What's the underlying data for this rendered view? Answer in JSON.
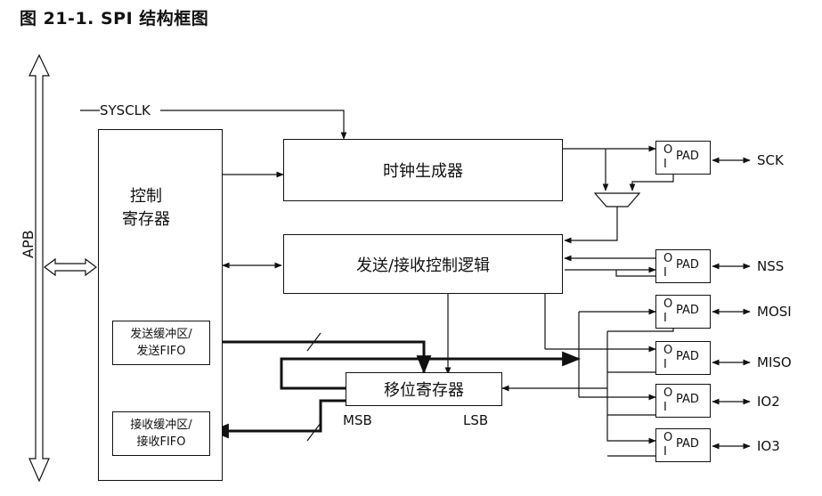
{
  "title": "图 21-1. SPI 结构框图",
  "bus": {
    "apb": "APB",
    "sysclk": "SYSCLK"
  },
  "blocks": {
    "control_reg": "控制\n寄存器",
    "clock_gen": "时钟生成器",
    "txrx_logic": "发送/接收控制逻辑",
    "tx_buffer": "发送缓冲区/\n发送FIFO",
    "rx_buffer": "接收缓冲区/\n接收FIFO",
    "shift_reg": "移位寄存器"
  },
  "shift_labels": {
    "msb": "MSB",
    "lsb": "LSB"
  },
  "pad": {
    "out": "O",
    "in": "I",
    "text": "PAD"
  },
  "pins": [
    "SCK",
    "NSS",
    "MOSI",
    "MISO",
    "IO2",
    "IO3"
  ]
}
